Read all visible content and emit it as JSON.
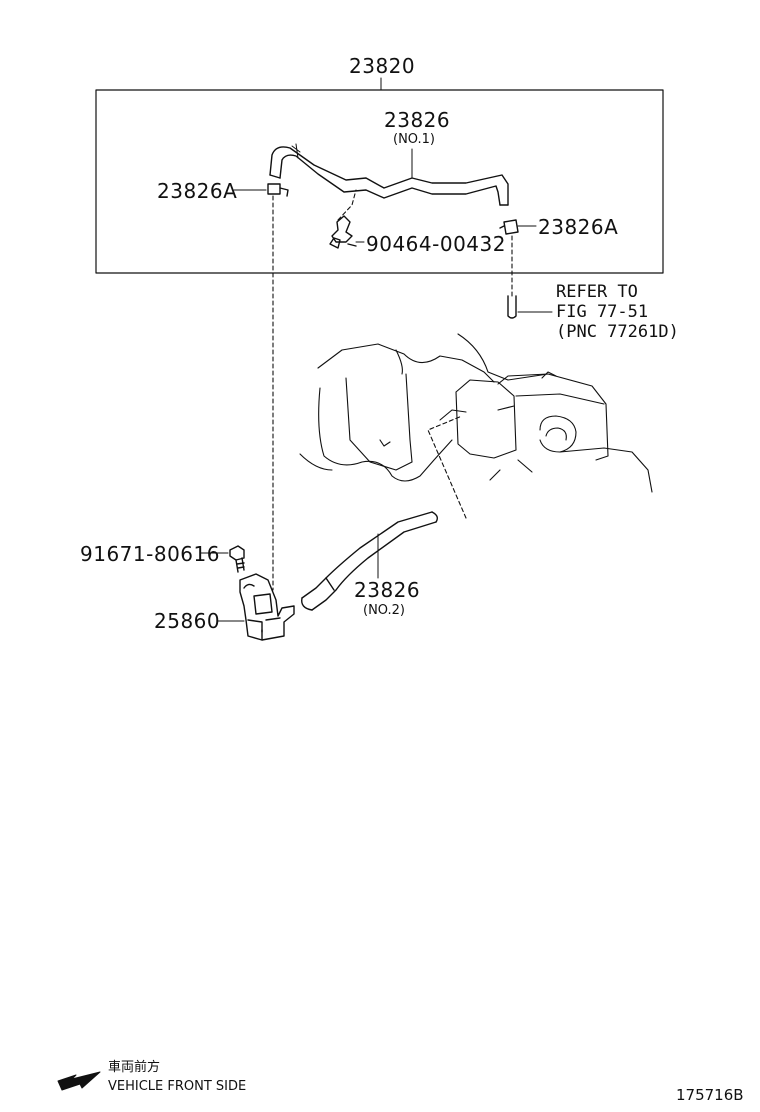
{
  "callouts": {
    "assembly": "23820",
    "hose_no1": "23826",
    "hose_no1_sub": "(NO.1)",
    "clamp_left": "23826A",
    "clamp_right": "23826A",
    "clip": "90464-00432",
    "bolt": "91671-80616",
    "valve": "25860",
    "hose_no2": "23826",
    "hose_no2_sub": "(NO.2)"
  },
  "reference": {
    "line1": "REFER TO",
    "line2": "FIG 77-51",
    "line3": "(PNC 77261D)"
  },
  "legend": {
    "direction_cn": "車両前方",
    "direction_en": "VEHICLE FRONT SIDE",
    "arrow_icon": "arrow-left-icon"
  },
  "figure_code": "175716B"
}
